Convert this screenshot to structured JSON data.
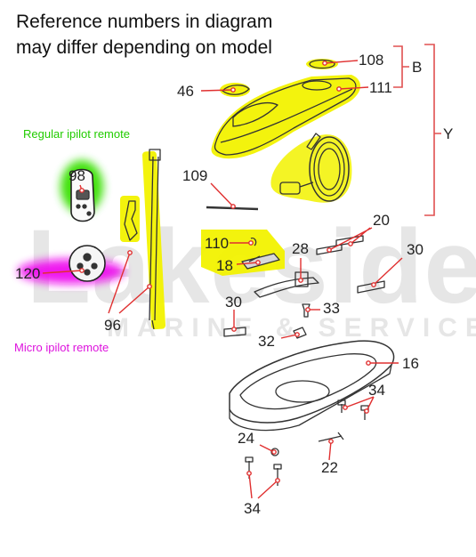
{
  "notice": {
    "line1": "Reference numbers in diagram",
    "line2": "may differ depending on model"
  },
  "watermark": {
    "title": "Lakeside",
    "subtitle": "MARINE & SERVICE"
  },
  "remote_labels": {
    "regular": "Regular ipilot remote",
    "micro": "Micro ipilot remote"
  },
  "group_labels": {
    "b": "B",
    "y": "Y"
  },
  "parts": {
    "p108": "108",
    "p111": "111",
    "p46": "46",
    "p109": "109",
    "p98": "98",
    "p120": "120",
    "p96": "96",
    "p110": "110",
    "p18": "18",
    "p28": "28",
    "p20": "20",
    "p30a": "30",
    "p30b": "30",
    "p33": "33",
    "p32": "32",
    "p16": "16",
    "p34a": "34",
    "p24": "24",
    "p22": "22",
    "p34b": "34"
  },
  "colors": {
    "highlight_yellow": "#f3f300",
    "highlight_green": "#38e000",
    "highlight_magenta": "#ee11ee",
    "regular_label": "#22cc00",
    "micro_label": "#dd11dd",
    "leader_red": "#e03030",
    "watermark_gray": "#e6e6e6"
  }
}
